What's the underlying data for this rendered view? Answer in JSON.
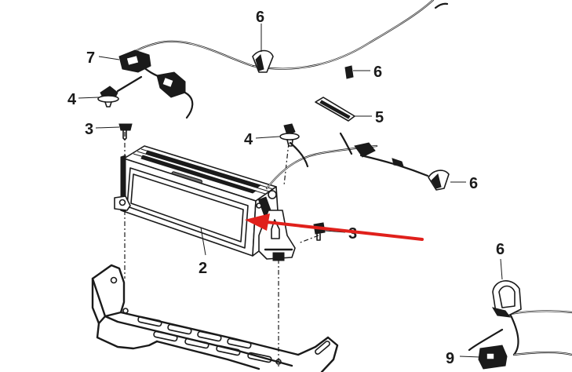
{
  "callouts": [
    {
      "id": "c1",
      "label": "6"
    },
    {
      "id": "c2",
      "label": "7"
    },
    {
      "id": "c3",
      "label": "6"
    },
    {
      "id": "c4",
      "label": "4"
    },
    {
      "id": "c5",
      "label": "5"
    },
    {
      "id": "c6",
      "label": "3"
    },
    {
      "id": "c7",
      "label": "4"
    },
    {
      "id": "c8",
      "label": "6"
    },
    {
      "id": "c9",
      "label": "3"
    },
    {
      "id": "c10",
      "label": "2"
    },
    {
      "id": "c11",
      "label": "6"
    },
    {
      "id": "c12",
      "label": "9"
    }
  ],
  "colors": {
    "line": "#1a1a1a",
    "arrow": "#e0201b",
    "background": "#ffffff"
  }
}
